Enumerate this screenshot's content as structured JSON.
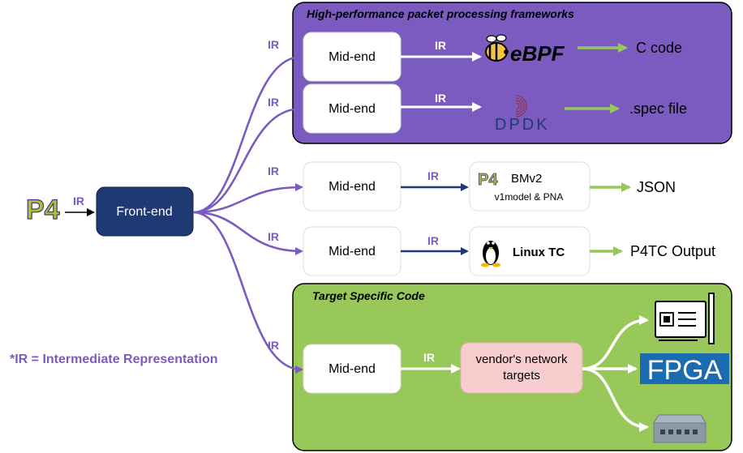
{
  "colors": {
    "purple_box": "#7b5bc0",
    "green_box": "#98c75a",
    "front_end": "#1f3a73",
    "ir_label": "#7b5bc0",
    "arrow_purple": "#7b5bc0",
    "arrow_navy": "#1f3a73",
    "arrow_green": "#98c75a",
    "vendor_box": "#f8cdcd"
  },
  "p4_logo": "P4",
  "front_end": {
    "label": "Front-end"
  },
  "input_ir": "IR",
  "footnote": "*IR = Intermediate Representation",
  "groups": {
    "high_perf": {
      "title": "High-performance packet processing frameworks"
    },
    "target_specific": {
      "title": "Target Specific Code"
    }
  },
  "rows": [
    {
      "branch_ir": "IR",
      "mid_end": "Mid-end",
      "ir": "IR",
      "target": "eBPF",
      "output": "C code"
    },
    {
      "branch_ir": "IR",
      "mid_end": "Mid-end",
      "ir": "IR",
      "target": "DPDK",
      "output": ".spec file"
    },
    {
      "branch_ir": "IR",
      "mid_end": "Mid-end",
      "ir": "IR",
      "target": "BMv2",
      "target_sub": "v1model & PNA",
      "output": "JSON"
    },
    {
      "branch_ir": "IR",
      "mid_end": "Mid-end",
      "ir": "IR",
      "target": "Linux TC",
      "output": "P4TC Output"
    },
    {
      "branch_ir": "IR",
      "mid_end": "Mid-end",
      "ir": "IR",
      "target": "vendor's network targets",
      "output": ""
    }
  ],
  "vendor_target_line1": "vendor's network",
  "vendor_target_line2": "targets",
  "hardware_targets": [
    {
      "icon": "smartnic-card-icon"
    },
    {
      "label": "FPGA"
    },
    {
      "icon": "network-switch-icon"
    }
  ]
}
